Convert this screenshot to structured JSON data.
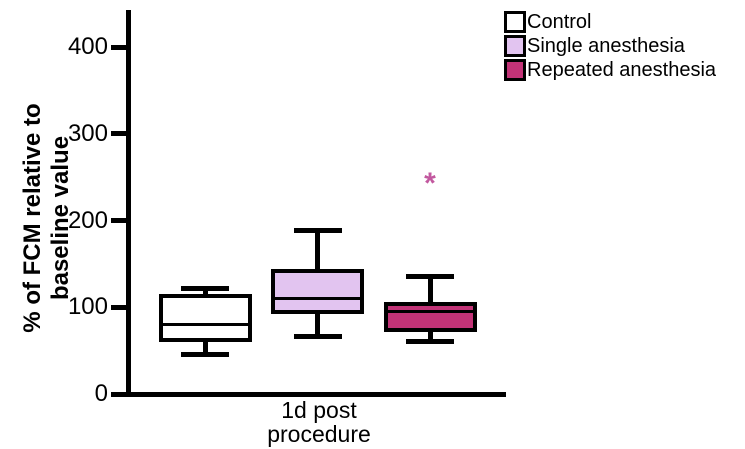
{
  "axes": {
    "y_label_line1": "% of FCM relative to",
    "y_label_line2": "baseline value",
    "x_label_line1": "1d post",
    "x_label_line2": "procedure"
  },
  "chart_data": {
    "type": "boxplot",
    "title": "",
    "xlabel": "1d post procedure",
    "ylabel": "% of FCM relative to baseline value",
    "categories": [
      "1d post procedure"
    ],
    "ylim": [
      0,
      443
    ],
    "y_ticks": [
      0,
      100,
      200,
      300,
      400
    ],
    "grid": false,
    "legend_position": "top-right",
    "outlier_marker": "*",
    "outlier_color": "#c2589f",
    "axis_color": "#000000",
    "series": [
      {
        "name": "Control",
        "fill": "#ffffff",
        "whisker_low": 45,
        "q1": 60,
        "median": 80,
        "q3": 115,
        "whisker_high": 122,
        "outliers": []
      },
      {
        "name": "Single anesthesia",
        "fill": "#e2c4f0",
        "whisker_low": 66,
        "q1": 92,
        "median": 110,
        "q3": 144,
        "whisker_high": 188,
        "outliers": []
      },
      {
        "name": "Repeated anesthesia",
        "fill": "#c23377",
        "whisker_low": 60,
        "q1": 71,
        "median": 95,
        "q3": 106,
        "whisker_high": 135,
        "outliers": [
          248
        ]
      }
    ]
  }
}
